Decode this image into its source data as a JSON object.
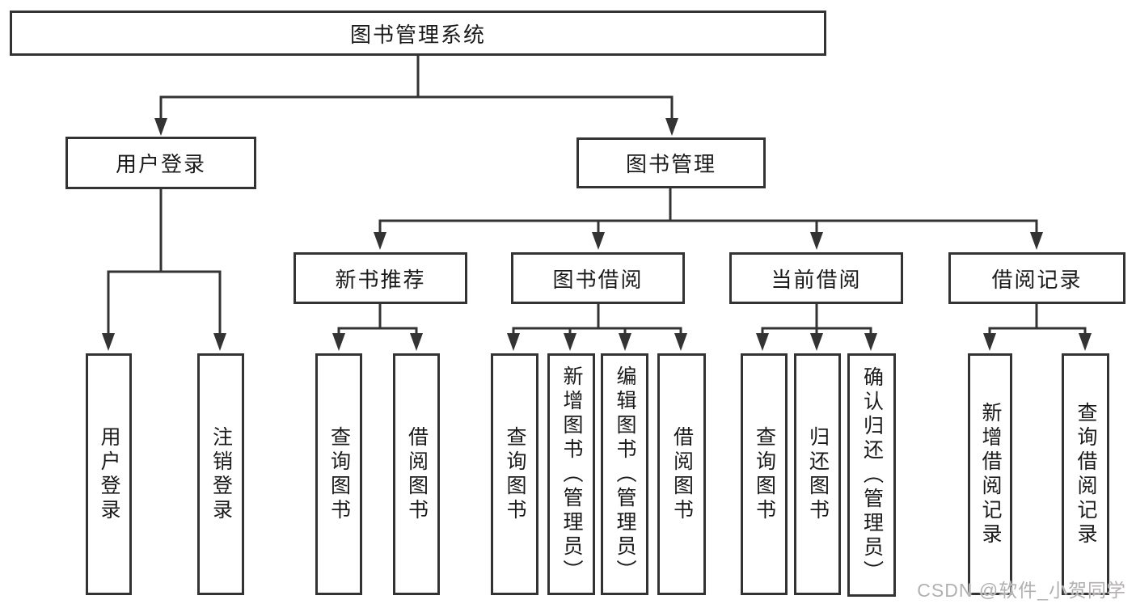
{
  "diagram": {
    "root": {
      "label": "图书管理系统"
    },
    "branches": [
      {
        "label": "用户登录",
        "children": [
          {
            "label": "用户登录"
          },
          {
            "label": "注销登录"
          }
        ]
      },
      {
        "label": "图书管理",
        "children": [
          {
            "label": "新书推荐",
            "children": [
              {
                "label": "查询图书"
              },
              {
                "label": "借阅图书"
              }
            ]
          },
          {
            "label": "图书借阅",
            "children": [
              {
                "label": "查询图书"
              },
              {
                "label": "新增图书（管理员）"
              },
              {
                "label": "编辑图书（管理员）"
              },
              {
                "label": "借阅图书"
              }
            ]
          },
          {
            "label": "当前借阅",
            "children": [
              {
                "label": "查询图书"
              },
              {
                "label": "归还图书"
              },
              {
                "label": "确认归还（管理员）"
              }
            ]
          },
          {
            "label": "借阅记录",
            "children": [
              {
                "label": "新增借阅记录"
              },
              {
                "label": "查询借阅记录"
              }
            ]
          }
        ]
      }
    ],
    "line_color": "#333333",
    "text_color": "#1a1a1a"
  },
  "watermark": {
    "text": "CSDN @软件_小贺同学"
  }
}
